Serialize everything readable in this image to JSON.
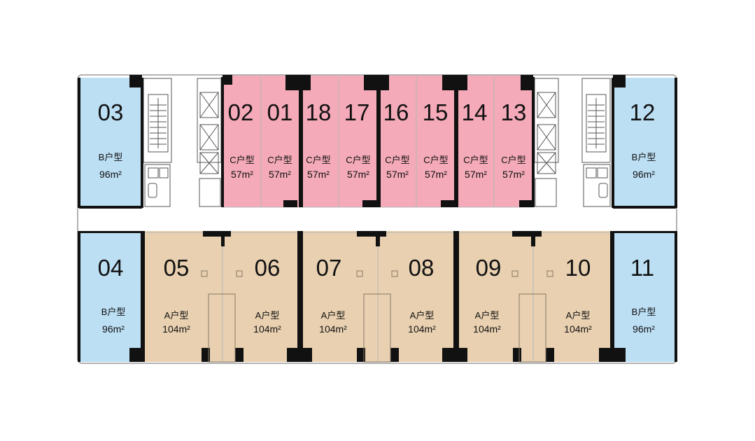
{
  "colors": {
    "type_A": "#e8d0b0",
    "type_B": "#bcdff4",
    "type_C": "#f4aab8",
    "wall": "#111111",
    "outline": "#9a9a9a",
    "service": "#ffffff"
  },
  "units": [
    {
      "id": "unit-03",
      "number": "03",
      "type": "B户型",
      "area": "96m²"
    },
    {
      "id": "unit-02",
      "number": "02",
      "type": "C户型",
      "area": "57m²"
    },
    {
      "id": "unit-01",
      "number": "01",
      "type": "C户型",
      "area": "57m²"
    },
    {
      "id": "unit-18",
      "number": "18",
      "type": "C户型",
      "area": "57m²"
    },
    {
      "id": "unit-17",
      "number": "17",
      "type": "C户型",
      "area": "57m²"
    },
    {
      "id": "unit-16",
      "number": "16",
      "type": "C户型",
      "area": "57m²"
    },
    {
      "id": "unit-15",
      "number": "15",
      "type": "C户型",
      "area": "57m²"
    },
    {
      "id": "unit-14",
      "number": "14",
      "type": "C户型",
      "area": "57m²"
    },
    {
      "id": "unit-13",
      "number": "13",
      "type": "C户型",
      "area": "57m²"
    },
    {
      "id": "unit-12",
      "number": "12",
      "type": "B户型",
      "area": "96m²"
    },
    {
      "id": "unit-04",
      "number": "04",
      "type": "B户型",
      "area": "96m²"
    },
    {
      "id": "unit-05",
      "number": "05",
      "type": "A户型",
      "area": "104m²"
    },
    {
      "id": "unit-06",
      "number": "06",
      "type": "A户型",
      "area": "104m²"
    },
    {
      "id": "unit-07",
      "number": "07",
      "type": "A户型",
      "area": "104m²"
    },
    {
      "id": "unit-08",
      "number": "08",
      "type": "A户型",
      "area": "104m²"
    },
    {
      "id": "unit-09",
      "number": "09",
      "type": "A户型",
      "area": "104m²"
    },
    {
      "id": "unit-10",
      "number": "10",
      "type": "A户型",
      "area": "104m²"
    },
    {
      "id": "unit-11",
      "number": "11",
      "type": "B户型",
      "area": "96m²"
    }
  ]
}
